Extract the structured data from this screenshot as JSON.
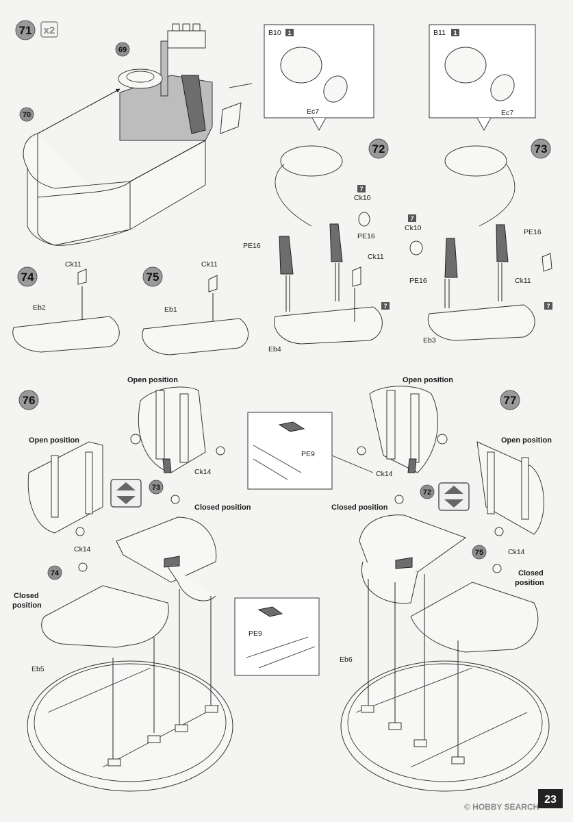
{
  "page_number": "23",
  "watermark": "© HOBBY SEARCH",
  "steps": {
    "s71": {
      "number": "71",
      "multiplier": "x2",
      "refs": [
        "69",
        "70"
      ]
    },
    "s72": {
      "number": "72",
      "callout_part": "B10",
      "callout_tag": "1",
      "lens": "Ec7",
      "parts": [
        "Ck10",
        "PE16",
        "PE16",
        "Ck11",
        "Eb4"
      ],
      "tag": "7"
    },
    "s73": {
      "number": "73",
      "callout_part": "B11",
      "callout_tag": "1",
      "lens": "Ec7",
      "parts": [
        "Ck10",
        "PE16",
        "PE16",
        "Ck11",
        "Eb3"
      ],
      "tag": "7"
    },
    "s74": {
      "number": "74",
      "parts": [
        "Ck11",
        "Eb2"
      ]
    },
    "s75": {
      "number": "75",
      "parts": [
        "Ck11",
        "Eb1"
      ]
    },
    "s76": {
      "number": "76",
      "open_label": "Open position",
      "open_label_2": "Open position",
      "closed_label": "Closed position",
      "closed_label_2": "Closed\nposition",
      "ck14": "Ck14",
      "ck14_b": "Ck14",
      "pe9": "PE9",
      "eb": "Eb5",
      "refs": [
        "73",
        "74"
      ]
    },
    "s77": {
      "number": "77",
      "open_label": "Open position",
      "open_label_2": "Open position",
      "closed_label": "Closed position",
      "closed_label_2": "Closed\nposition",
      "ck14": "Ck14",
      "ck14_b": "Ck14",
      "pe9": "PE9",
      "eb": "Eb6",
      "refs": [
        "72",
        "75"
      ]
    }
  }
}
